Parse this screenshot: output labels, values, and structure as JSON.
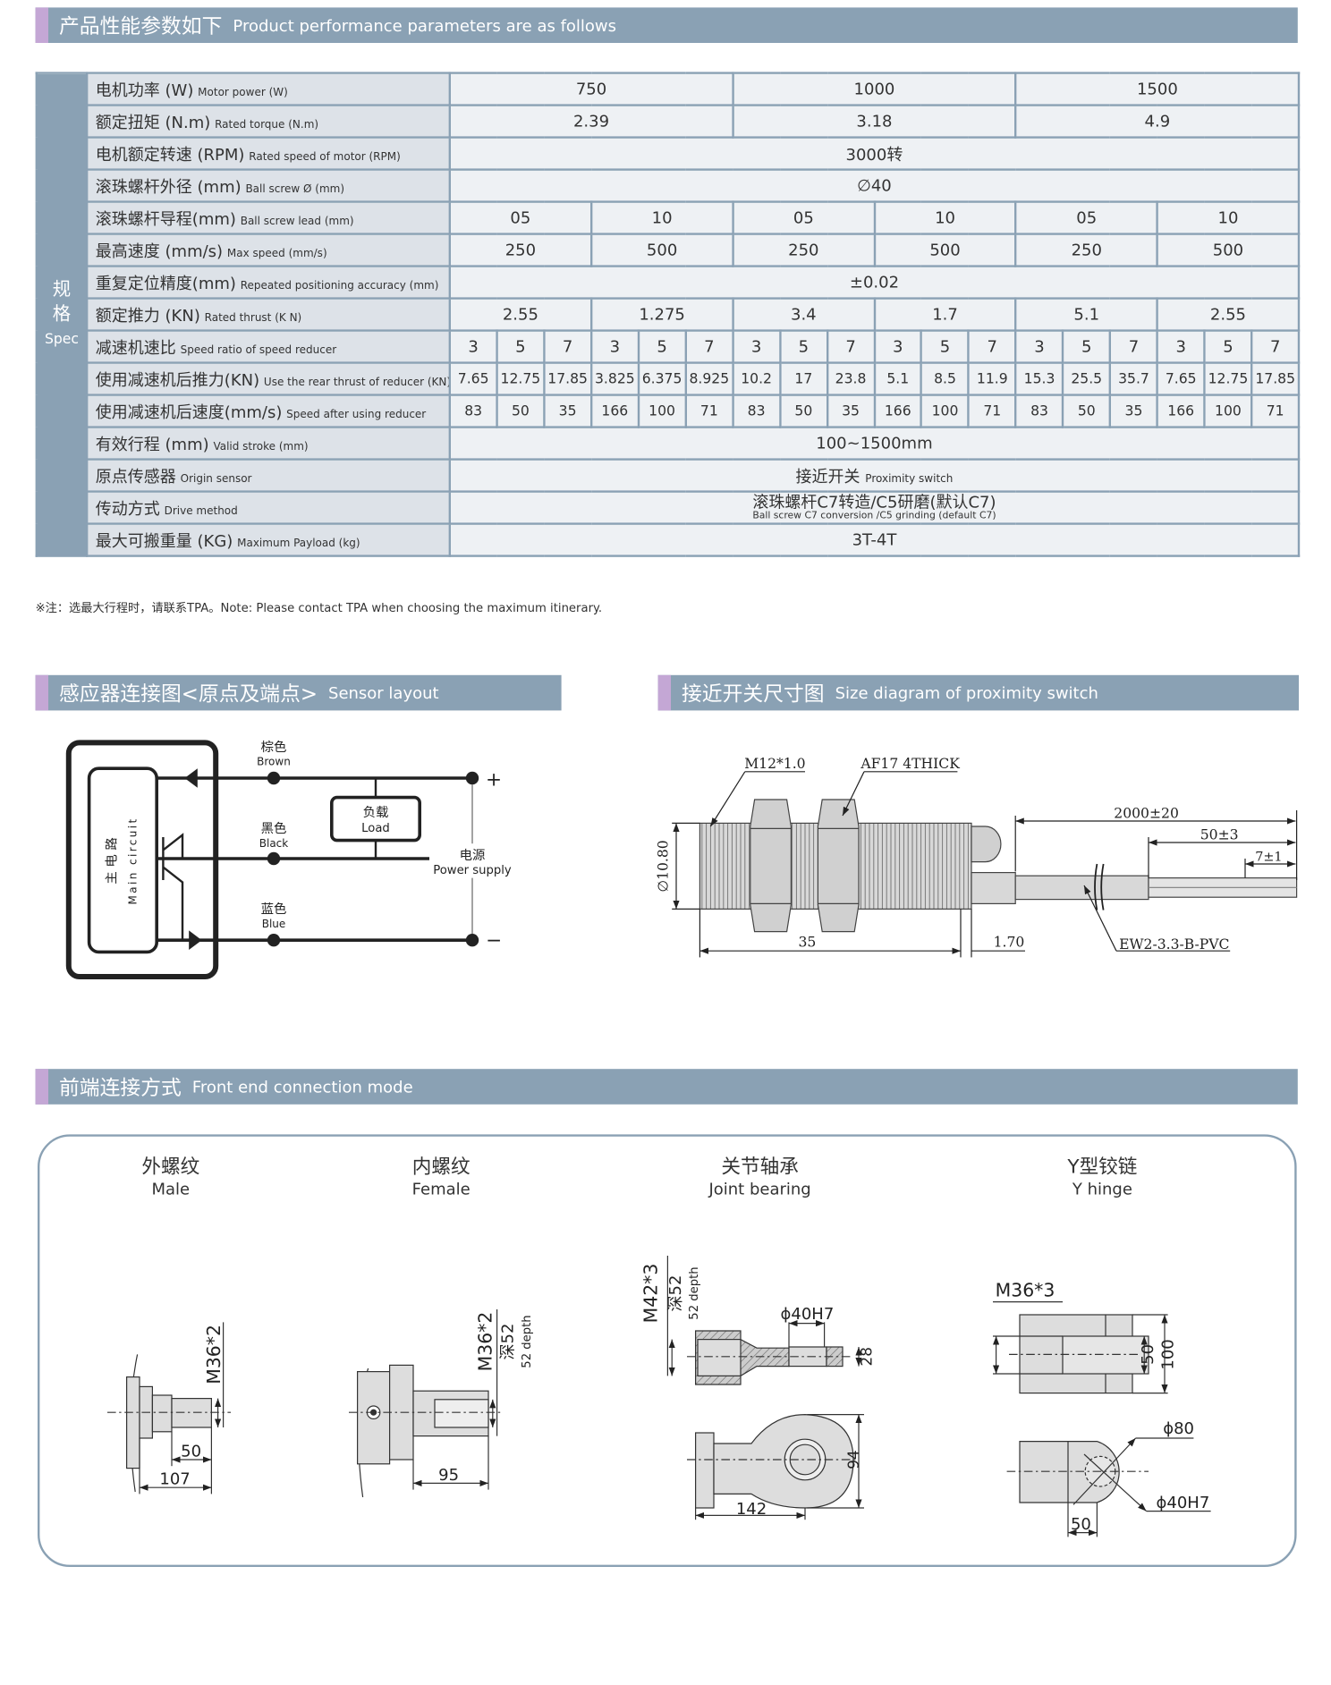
{
  "sections": {
    "params": {
      "cn": "产品性能参数如下",
      "en": "Product performance parameters are as follows"
    },
    "sensor": {
      "cn": "感应器连接图<原点及端点>",
      "en": "Sensor layout"
    },
    "proximity": {
      "cn": "接近开关尺寸图",
      "en": "Size diagram of proximity switch"
    },
    "front": {
      "cn": "前端连接方式",
      "en": "Front end connection mode"
    }
  },
  "colors": {
    "bar": "#8aa1b4",
    "accent": "#c4a7d5",
    "label_bg": "#dde2e8",
    "value_bg": "#eef1f4"
  },
  "table": {
    "spec_cn1": "规",
    "spec_cn2": "格",
    "spec_en": "Spec",
    "rows": [
      {
        "cn": "电机功率 (W)",
        "en": "Motor power (W)",
        "values": [
          "750",
          "1000",
          "1500"
        ]
      },
      {
        "cn": "额定扭矩 (N.m)",
        "en": "Rated torque (N.m)",
        "values": [
          "2.39",
          "3.18",
          "4.9"
        ]
      },
      {
        "cn": "电机额定转速 (RPM)",
        "en": "Rated speed of motor (RPM)",
        "values": [
          "3000转"
        ]
      },
      {
        "cn": "滚珠螺杆外径 (mm)",
        "en": "Ball screw Ø (mm)",
        "values": [
          "∅40"
        ]
      },
      {
        "cn": "滚珠螺杆导程(mm)",
        "en": "Ball screw lead (mm)",
        "values": [
          "05",
          "10",
          "05",
          "10",
          "05",
          "10"
        ]
      },
      {
        "cn": "最高速度 (mm/s)",
        "en": "Max speed (mm/s)",
        "values": [
          "250",
          "500",
          "250",
          "500",
          "250",
          "500"
        ]
      },
      {
        "cn": "重复定位精度(mm)",
        "en": "Repeated positioning accuracy (mm)",
        "values": [
          "±0.02"
        ]
      },
      {
        "cn": "额定推力 (KN)",
        "en": "Rated thrust (K N)",
        "values": [
          "2.55",
          "1.275",
          "3.4",
          "1.7",
          "5.1",
          "2.55"
        ]
      },
      {
        "cn": "减速机速比",
        "en": "Speed ratio of speed reducer",
        "values": [
          "3",
          "5",
          "7",
          "3",
          "5",
          "7",
          "3",
          "5",
          "7",
          "3",
          "5",
          "7",
          "3",
          "5",
          "7",
          "3",
          "5",
          "7"
        ]
      },
      {
        "cn": "使用减速机后推力(KN)",
        "en": "Use the rear thrust of reducer (KN)",
        "small": true,
        "values": [
          "7.65",
          "12.75",
          "17.85",
          "3.825",
          "6.375",
          "8.925",
          "10.2",
          "17",
          "23.8",
          "5.1",
          "8.5",
          "11.9",
          "15.3",
          "25.5",
          "35.7",
          "7.65",
          "12.75",
          "17.85"
        ]
      },
      {
        "cn": "使用减速机后速度(mm/s)",
        "en": "Speed after using reducer",
        "small": true,
        "values": [
          "83",
          "50",
          "35",
          "166",
          "100",
          "71",
          "83",
          "50",
          "35",
          "166",
          "100",
          "71",
          "83",
          "50",
          "35",
          "166",
          "100",
          "71"
        ]
      },
      {
        "cn": "有效行程 (mm)",
        "en": "Valid stroke (mm)",
        "values": [
          "100~1500mm"
        ]
      },
      {
        "cn": "原点传感器",
        "en": "Origin sensor",
        "values": [
          "接近开关"
        ],
        "value_en": "Proximity switch"
      },
      {
        "cn": "传动方式",
        "en": "Drive method",
        "values": [
          "滚珠螺杆C7转造/C5研磨(默认C7)"
        ],
        "value_sub": "Ball screw C7 conversion /C5 grinding (default C7)"
      },
      {
        "cn": "最大可搬重量 (KG)",
        "en": "Maximum  Payload (kg)",
        "values": [
          "3T-4T"
        ]
      }
    ]
  },
  "note": "※注：选最大行程时，请联系TPA。Note: Please contact TPA when choosing the maximum itinerary.",
  "sensor_diagram": {
    "main_circuit_cn": "主 电 路",
    "main_circuit_en": "Main circuit",
    "brown_cn": "棕色",
    "brown_en": "Brown",
    "black_cn": "黑色",
    "black_en": "Black",
    "blue_cn": "蓝色",
    "blue_en": "Blue",
    "load_cn": "负载",
    "load_en": "Load",
    "power_cn": "电源",
    "power_en": "Power supply",
    "plus": "+",
    "minus": "−"
  },
  "proximity_diagram": {
    "thread": "M12*1.0",
    "nut": "AF17 4THICK",
    "diameter": "∅10.80",
    "cable_len": "2000±20",
    "strip_len": "50±3",
    "wire_len": "7±1",
    "body_len": "35",
    "cap_len": "1.70",
    "cable": "EW2-3.3-B-PVC"
  },
  "front_modes": [
    {
      "cn": "外螺纹",
      "en": "Male",
      "dims": {
        "thread": "M36*2",
        "a": "50",
        "b": "107"
      }
    },
    {
      "cn": "内螺纹",
      "en": "Female",
      "dims": {
        "thread": "M36*2",
        "depth_cn": "深52",
        "depth_en": "52 depth",
        "a": "95"
      }
    },
    {
      "cn": "关节轴承",
      "en": "Joint bearing",
      "dims": {
        "thread": "M42*3",
        "depth_cn": "深52",
        "depth_en": "52 depth",
        "bore": "ϕ40H7",
        "w": "28",
        "h": "94",
        "len": "142"
      }
    },
    {
      "cn": "Y型铰链",
      "en": "Y hinge",
      "dims": {
        "thread": "M36*3",
        "a": "50",
        "b": "100",
        "outer": "ϕ80",
        "bore": "ϕ40H7",
        "c": "50"
      }
    }
  ]
}
